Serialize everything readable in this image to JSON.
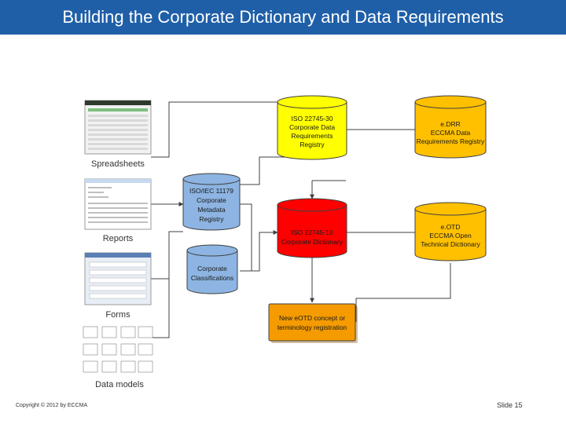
{
  "slide": {
    "title": "Building the Corporate Dictionary and Data Requirements",
    "copyright": "Copyright © 2012 by ECCMA",
    "slide_number": "Slide 15"
  },
  "sources": {
    "spreadsheets": "Spreadsheets",
    "reports": "Reports",
    "forms": "Forms",
    "data_models": "Data models"
  },
  "nodes": {
    "iso22745_30": [
      "ISO 22745-30",
      "Corporate Data",
      "Requirements",
      "Registry"
    ],
    "edrr": [
      "e.DRR",
      "ECCMA Data",
      "Requirements Registry"
    ],
    "iso11179": [
      "ISO/IEC 11179",
      "Corporate",
      "Metadata",
      "Registry"
    ],
    "iso22745_10": [
      "ISO 22745-10",
      "Corporate Dictionary"
    ],
    "eotd": [
      "e.OTD",
      "ECCMA Open",
      "Technical Dictionary"
    ],
    "classifications": [
      "Corporate",
      "Classifications"
    ],
    "new_eotd": [
      "New eOTD concept or",
      "terminology registration"
    ]
  },
  "colors": {
    "title_bar": "#1f5fa8",
    "yellow": "#ffff00",
    "gold": "#ffc000",
    "red": "#ff0000",
    "blue": "#8db4e2",
    "orange": "#f59b00",
    "stroke": "#404040"
  }
}
